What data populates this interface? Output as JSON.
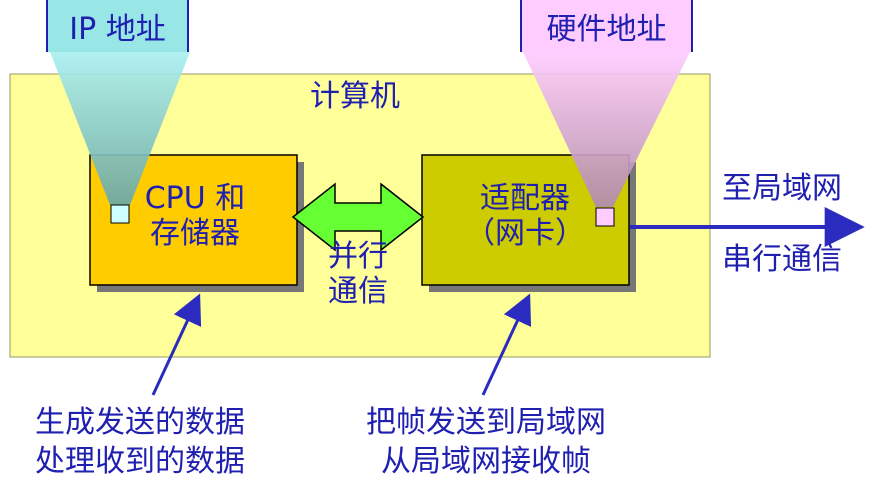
{
  "ip_label": "IP 地址",
  "hw_label": "硬件地址",
  "computer_label": "计算机",
  "cpu_label_1": "CPU 和",
  "cpu_label_2": "存储器",
  "adapter_label_1": "适配器",
  "adapter_label_2": "（网卡）",
  "parallel_label_1": "并行",
  "parallel_label_2": "通信",
  "lan_label": "至局域网",
  "serial_label": "串行通信",
  "cpu_note_1": "生成发送的数据",
  "cpu_note_2": "处理收到的数据",
  "adapter_note_1": "把帧发送到局域网",
  "adapter_note_2": "从局域网接收帧",
  "colors": {
    "text": "#1f1fb0",
    "computer_box": "#ffff99",
    "cpu_box": "#ffcc00",
    "adapter_box": "#cccc00",
    "parallel_arrow": "#66ff33",
    "ip_beam": "#99e6e6",
    "hw_beam": "#ffccff",
    "arrow": "#2b2bbf"
  }
}
